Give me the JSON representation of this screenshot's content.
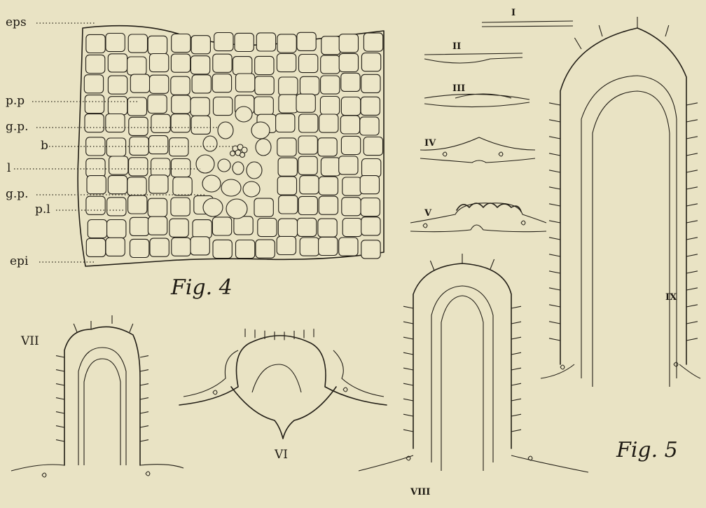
{
  "fig4": {
    "caption": "Fig. 4",
    "labels": {
      "eps": "eps",
      "pp": "p.p",
      "gp1": "g.p.",
      "b": "b",
      "l": "l",
      "gp2": "g.p.",
      "pl": "p.l",
      "epi": "epi"
    }
  },
  "fig5": {
    "caption": "Fig. 5",
    "stages": {
      "I": "I",
      "II": "II",
      "III": "III",
      "IV": "IV",
      "V": "V",
      "VI": "VI",
      "VII": "VII",
      "VIII": "VIII",
      "IX": "IX"
    }
  }
}
